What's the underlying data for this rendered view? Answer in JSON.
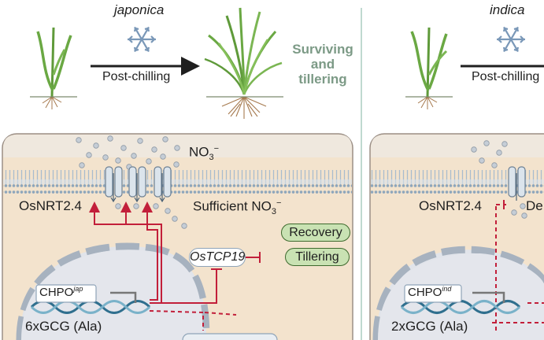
{
  "left_panel": {
    "cultivar": "japonica",
    "treatment_label": "Post-chilling",
    "outcome_lines": [
      "Surviving",
      "and",
      "tillering"
    ],
    "ion_label": "NO",
    "ion_sub": "3",
    "ion_charge": "−",
    "transporter_label": "OsNRT2.4",
    "sufficient_label": "Sufficient NO",
    "sufficient_sub": "3",
    "sufficient_charge": "−",
    "gene_box": "OsTCP19",
    "pill_recovery": "Recovery",
    "pill_tillering": "Tillering",
    "promoter_name": "CHPO",
    "promoter_sup": "jap",
    "repeat_label": "6xGCG (Ala)"
  },
  "right_panel": {
    "cultivar": "indica",
    "treatment_label": "Post-chilling",
    "transporter_label": "OsNRT2.4",
    "truncated_label": "De",
    "promoter_name": "CHPO",
    "promoter_sup": "ind",
    "repeat_label": "2xGCG (Ala)"
  },
  "colors": {
    "cell_fill": "#f3e3cd",
    "cell_border": "#9b8f86",
    "membrane": "#b6c6d6",
    "signal_red": "#c21f3a",
    "pill_fill": "#c9e2b3",
    "outcome_text": "#7c9a86",
    "divider": "#7fb3a2"
  },
  "icons": [
    "snowflake-icon",
    "rice-plant-icon",
    "arrow-right-icon",
    "dna-helix-icon",
    "nitrate-ion-icon"
  ]
}
